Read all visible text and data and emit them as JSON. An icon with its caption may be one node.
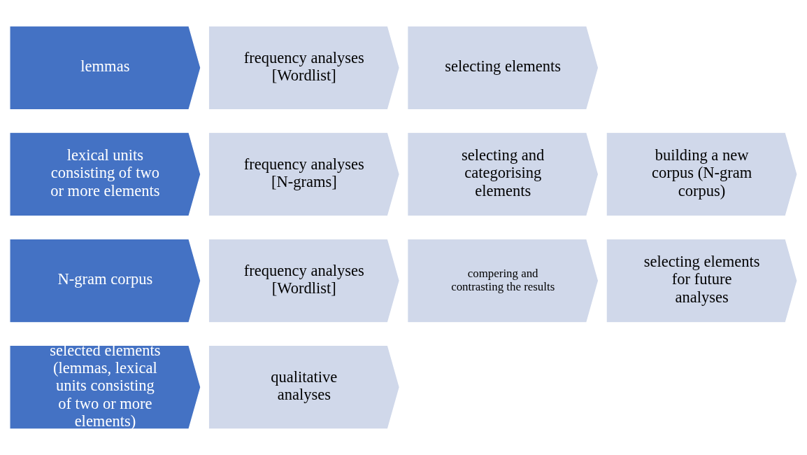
{
  "diagram": {
    "nodes": [
      {
        "text": [
          "lemmas"
        ]
      },
      {
        "text": [
          "frequency analyses [Wordlist]"
        ]
      },
      {
        "text": [
          "selecting elements"
        ]
      },
      {
        "text": [
          "lexical units consisting of two or more elements"
        ]
      },
      {
        "text": [
          "frequency analyses [N-grams]"
        ]
      },
      {
        "text": [
          "selecting and categorising elements"
        ]
      },
      {
        "text": [
          "building a new corpus (N-gram corpus)"
        ]
      },
      {
        "text": [
          "N-gram corpus"
        ]
      },
      {
        "text": [
          "frequency analyses [Wordlist]"
        ]
      },
      {
        "text": [
          "compering and contrasting the results"
        ]
      },
      {
        "text": [
          "selecting elements for future analyses"
        ]
      },
      {
        "text": [
          "selected elements (lemmas, lexical units consisting of two or more elements)"
        ]
      },
      {
        "text": [
          "qualitative analyses"
        ]
      }
    ]
  }
}
